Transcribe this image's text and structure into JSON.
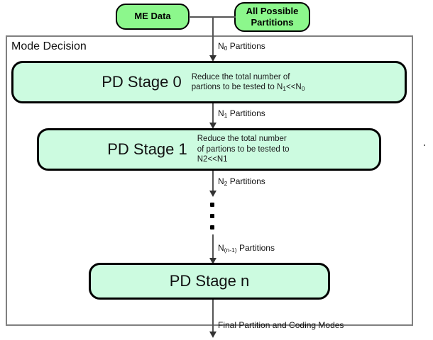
{
  "diagram": {
    "title": "Mode Decision multi-stage partition decision flow",
    "container_label": "Mode Decision",
    "colors": {
      "source_box_fill": "#8cf78c",
      "stage_box_fill": "#ccfbe0",
      "box_border": "#000000",
      "container_border": "#808080",
      "connector": "#555555",
      "text": "#111111"
    },
    "sources": [
      {
        "id": "me-data",
        "label": "ME Data"
      },
      {
        "id": "all-possible-partitions",
        "label": "All Possible\nPartitions",
        "line1": "All Possible",
        "line2": "Partitions"
      }
    ],
    "stages": [
      {
        "id": "pd-stage-0",
        "title": "PD Stage 0",
        "note_lines": [
          "Reduce the total number of",
          "partions to be tested to N1<<N0"
        ],
        "note_line1": "Reduce the total number of",
        "note_line2_pre": "partions to be tested to N",
        "note_line2_sub1": "1",
        "note_line2_mid": "<<N",
        "note_line2_sub2": "0"
      },
      {
        "id": "pd-stage-1",
        "title": "PD Stage 1",
        "note_lines": [
          "Reduce the total number",
          "of partions to be tested to",
          "N2<<N1"
        ],
        "note_line1": "Reduce the total number",
        "note_line2": "of partions to be tested to",
        "note_line3": "N2<<N1"
      },
      {
        "id": "pd-stage-n",
        "title": "PD Stage n",
        "note_lines": []
      }
    ],
    "edge_labels": [
      {
        "id": "edge-n0",
        "text_pre": "N",
        "sub": "0",
        "text_post": " Partitions"
      },
      {
        "id": "edge-n1",
        "text_pre": "N",
        "sub": "1",
        "text_post": " Partitions"
      },
      {
        "id": "edge-n2",
        "text_pre": "N",
        "sub": "2",
        "text_post": " Partitions"
      },
      {
        "id": "edge-nn1",
        "text_pre": "N",
        "sub": "(n-1)",
        "text_post": " Partitions"
      }
    ],
    "output_label": "Final Partition and Coding Modes",
    "ellipsis_dots": 3
  }
}
